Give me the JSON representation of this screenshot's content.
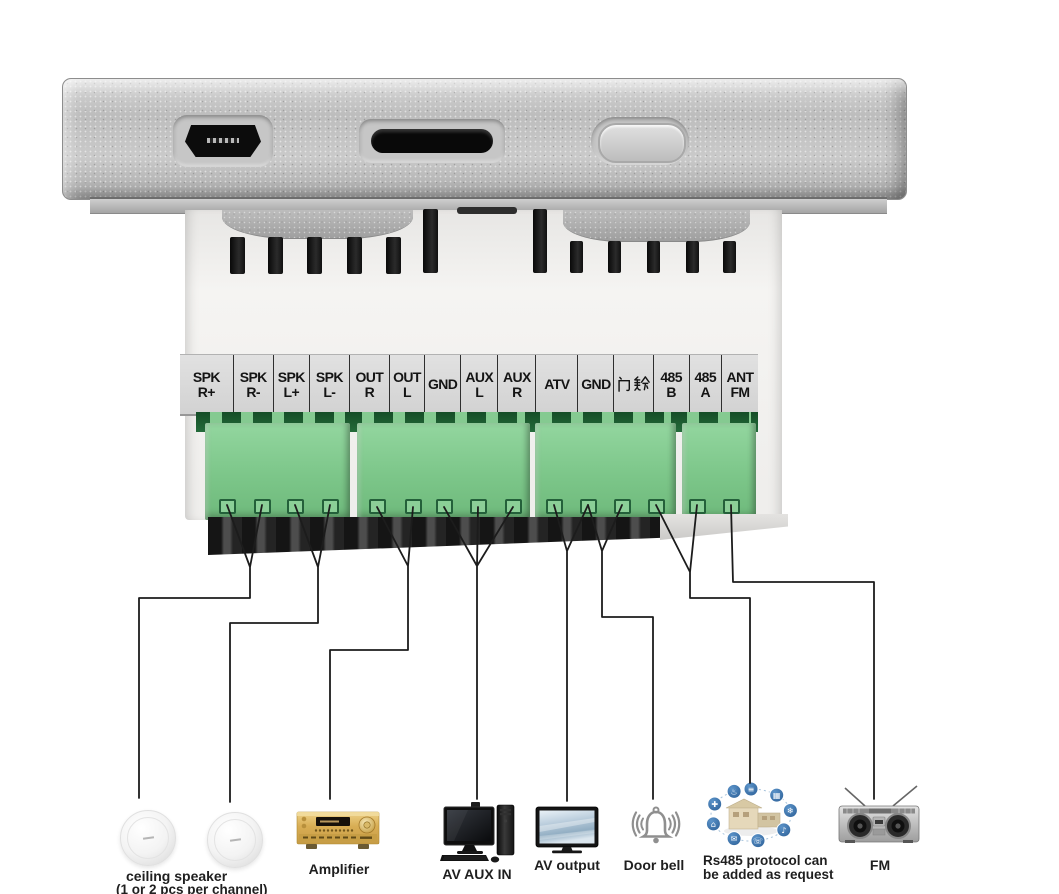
{
  "title": "in-wall amplifier rear wiring diagram",
  "terminals": {
    "labels": [
      {
        "l1": "SPK",
        "l2": "R+"
      },
      {
        "l1": "SPK",
        "l2": "R-"
      },
      {
        "l1": "SPK",
        "l2": "L+"
      },
      {
        "l1": "SPK",
        "l2": "L-"
      },
      {
        "l1": "OUT",
        "l2": "R"
      },
      {
        "l1": "OUT",
        "l2": "L"
      },
      {
        "l1": "GND",
        "l2": ""
      },
      {
        "l1": "AUX",
        "l2": "L"
      },
      {
        "l1": "AUX",
        "l2": "R"
      },
      {
        "l1": "ATV",
        "l2": ""
      },
      {
        "l1": "GND",
        "l2": ""
      },
      {
        "l1": "门铃",
        "l2": ""
      },
      {
        "l1": "485",
        "l2": "B"
      },
      {
        "l1": "485",
        "l2": "A"
      },
      {
        "l1": "ANT",
        "l2": "FM"
      }
    ]
  },
  "peripherals": {
    "ceiling_speaker": {
      "line1": "ceiling speaker",
      "line2": "(1 or 2 pcs per channel)"
    },
    "amplifier": {
      "label": "Amplifier"
    },
    "av_aux_in": {
      "label": "AV AUX IN"
    },
    "av_output": {
      "label": "AV output"
    },
    "door_bell": {
      "label": "Door bell"
    },
    "rs485": {
      "line1": "Rs485 protocol can",
      "line2": "be added as request"
    },
    "fm": {
      "label": "FM"
    }
  },
  "icons": {
    "ports": [
      "micro-usb-port",
      "sd-card-slot",
      "oval-button"
    ],
    "peripherals": [
      "ceiling-speaker-icon",
      "amplifier-icon",
      "computer-icon",
      "tv-icon",
      "door-bell-icon",
      "smart-home-network-icon",
      "fm-radio-icon"
    ]
  },
  "connections": [
    {
      "from": "SPK R+ / SPK R-",
      "to": "ceiling speaker (right channel)"
    },
    {
      "from": "SPK L+ / SPK L-",
      "to": "ceiling speaker (left channel)"
    },
    {
      "from": "OUT R / OUT L",
      "to": "Amplifier"
    },
    {
      "from": "GND / AUX L / AUX R",
      "to": "AV AUX IN"
    },
    {
      "from": "ATV / GND",
      "to": "AV output"
    },
    {
      "from": "GND / 门铃",
      "to": "Door bell"
    },
    {
      "from": "485 B / 485 A",
      "to": "Rs485 protocol can be added as request"
    },
    {
      "from": "ANT FM",
      "to": "FM"
    }
  ],
  "colors": {
    "terminal_block_green": "#7cc689",
    "terminal_block_dark_green": "#1f6134",
    "label_strip_gray": "#d8d8d8",
    "panel_silver": "#c3c3c3",
    "wire": "#1c1c1c",
    "rs485_icon_blue": "#3f7ab7",
    "amplifier_gold": "#d6ab52"
  }
}
